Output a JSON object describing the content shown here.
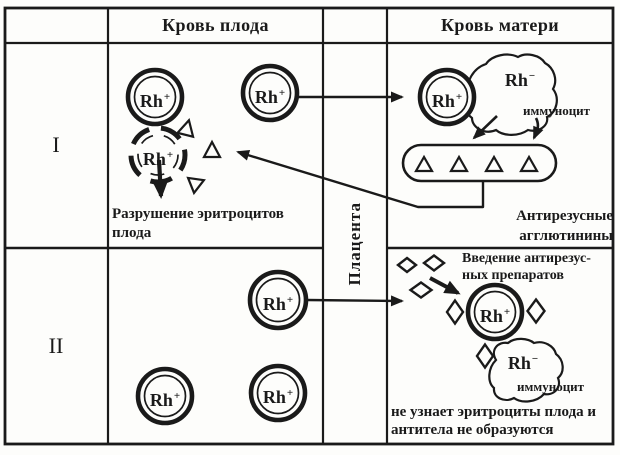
{
  "colors": {
    "ink": "#1a1a1a",
    "paper": "#fdfdfb"
  },
  "header": {
    "fetal": "Кровь плода",
    "maternal": "Кровь матери"
  },
  "row_labels": {
    "row1": "I",
    "row2": "II"
  },
  "placenta": "Плацента",
  "labels": {
    "rh": "Rh",
    "plus": "+",
    "minus": "−",
    "immunocyte": "иммуноцит"
  },
  "icons": {
    "agglutinin": "△",
    "drug": "◇"
  },
  "row1": {
    "destruction_caption": "Разрушение эритроцитов плода",
    "agglutinins_line1": "Антирезусные",
    "agglutinins_line2": "агглютинины"
  },
  "row2": {
    "drugs_line1": "Введение антирезус-",
    "drugs_line2": "ных препаратов",
    "result_line1": "не узнает эритроциты плода и",
    "result_line2": "антитела не образуются"
  }
}
